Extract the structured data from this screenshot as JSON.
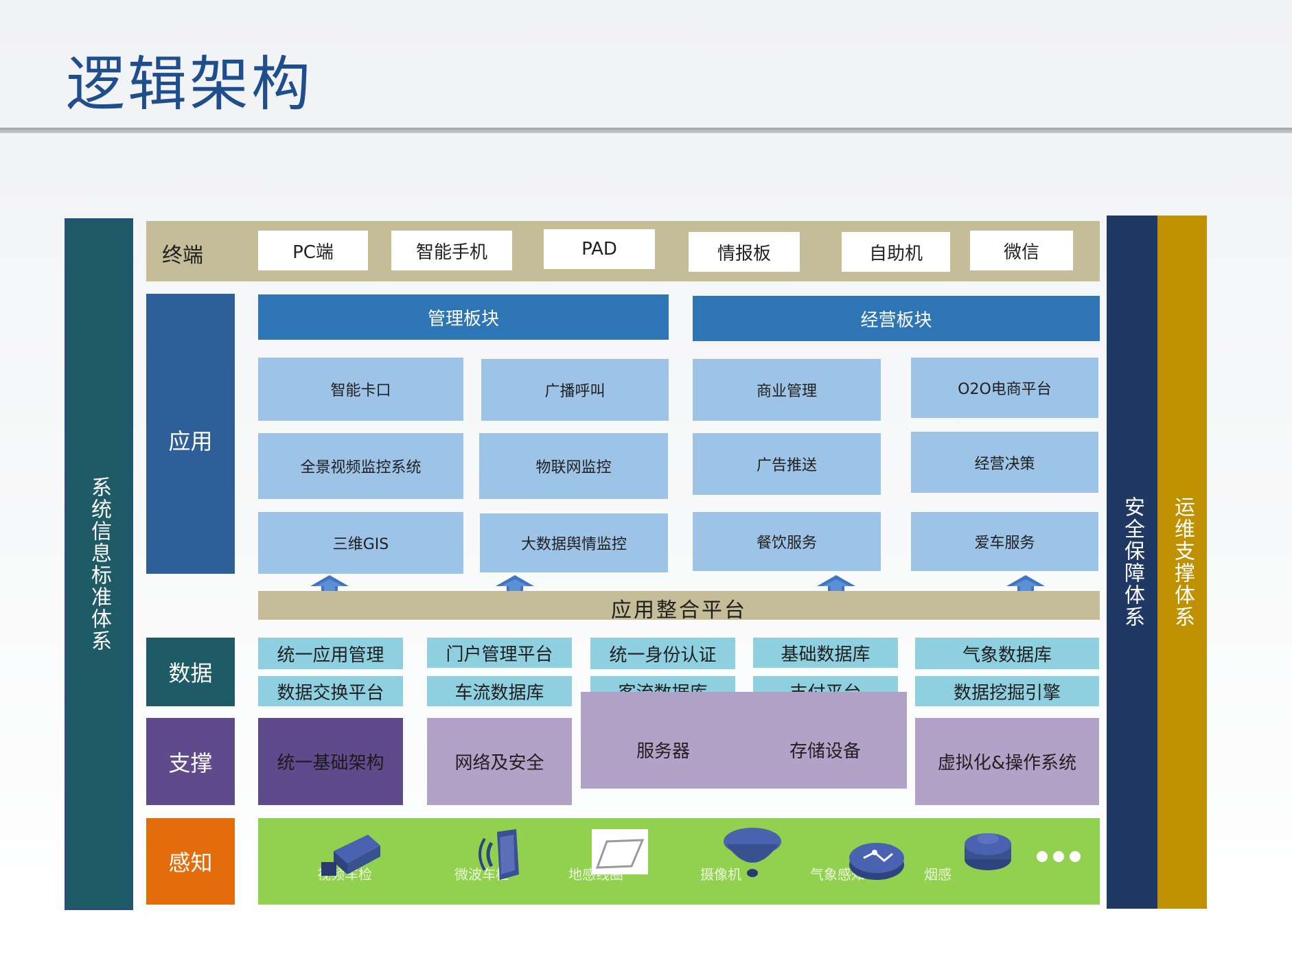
{
  "title": "逻辑架构",
  "left_bar": "系统信息标准体系",
  "right_bars": [
    "安全保障体系",
    "运维支撑体系"
  ],
  "layers": {
    "terminal": {
      "label": "终端",
      "items": [
        "PC端",
        "智能手机",
        "PAD",
        "情报板",
        "自助机",
        "微信"
      ]
    },
    "application": {
      "label": "应用",
      "management": {
        "header": "管理板块",
        "items": [
          "智能卡口",
          "广播呼叫",
          "全景视频监控系统",
          "物联网监控",
          "三维GIS",
          "大数据舆情监控"
        ]
      },
      "business": {
        "header": "经营板块",
        "items": [
          "商业管理",
          "O2O电商平台",
          "广告推送",
          "经营决策",
          "餐饮服务",
          "爱车服务"
        ]
      },
      "integration": "应用整合平台"
    },
    "data": {
      "label": "数据",
      "items": [
        "统一应用管理",
        "门户管理平台",
        "统一身份认证",
        "基础数据库",
        "气象数据库",
        "数据交换平台",
        "车流数据库",
        "客流数据库",
        "支付平台",
        "数据挖掘引擎"
      ]
    },
    "support": {
      "label": "支撑",
      "items": [
        "统一基础架构",
        "网络及安全",
        "服务器",
        "存储设备",
        "虚拟化&操作系统"
      ]
    },
    "perception": {
      "label": "感知",
      "items": [
        "视频车检",
        "微波车检",
        "地感线圈",
        "摄像机",
        "气象感知",
        "烟感"
      ]
    }
  },
  "colors": {
    "title": "#1f4e8c",
    "left_bar": "#1f5b66",
    "security": "#1f3864",
    "ops": "#bf9000",
    "terminal_band": "#c4bd97",
    "app_label": "#2f5f98",
    "header": "#2e75b6",
    "app_box": "#9dc3e6",
    "data_label": "#1f5b66",
    "data_box": "#8ecfe0",
    "support_label": "#5f4b8b",
    "support_dark": "#5f4b8b",
    "support_light": "#b3a2c7",
    "perception_label": "#e46c0a",
    "perception_band": "#92d050"
  }
}
